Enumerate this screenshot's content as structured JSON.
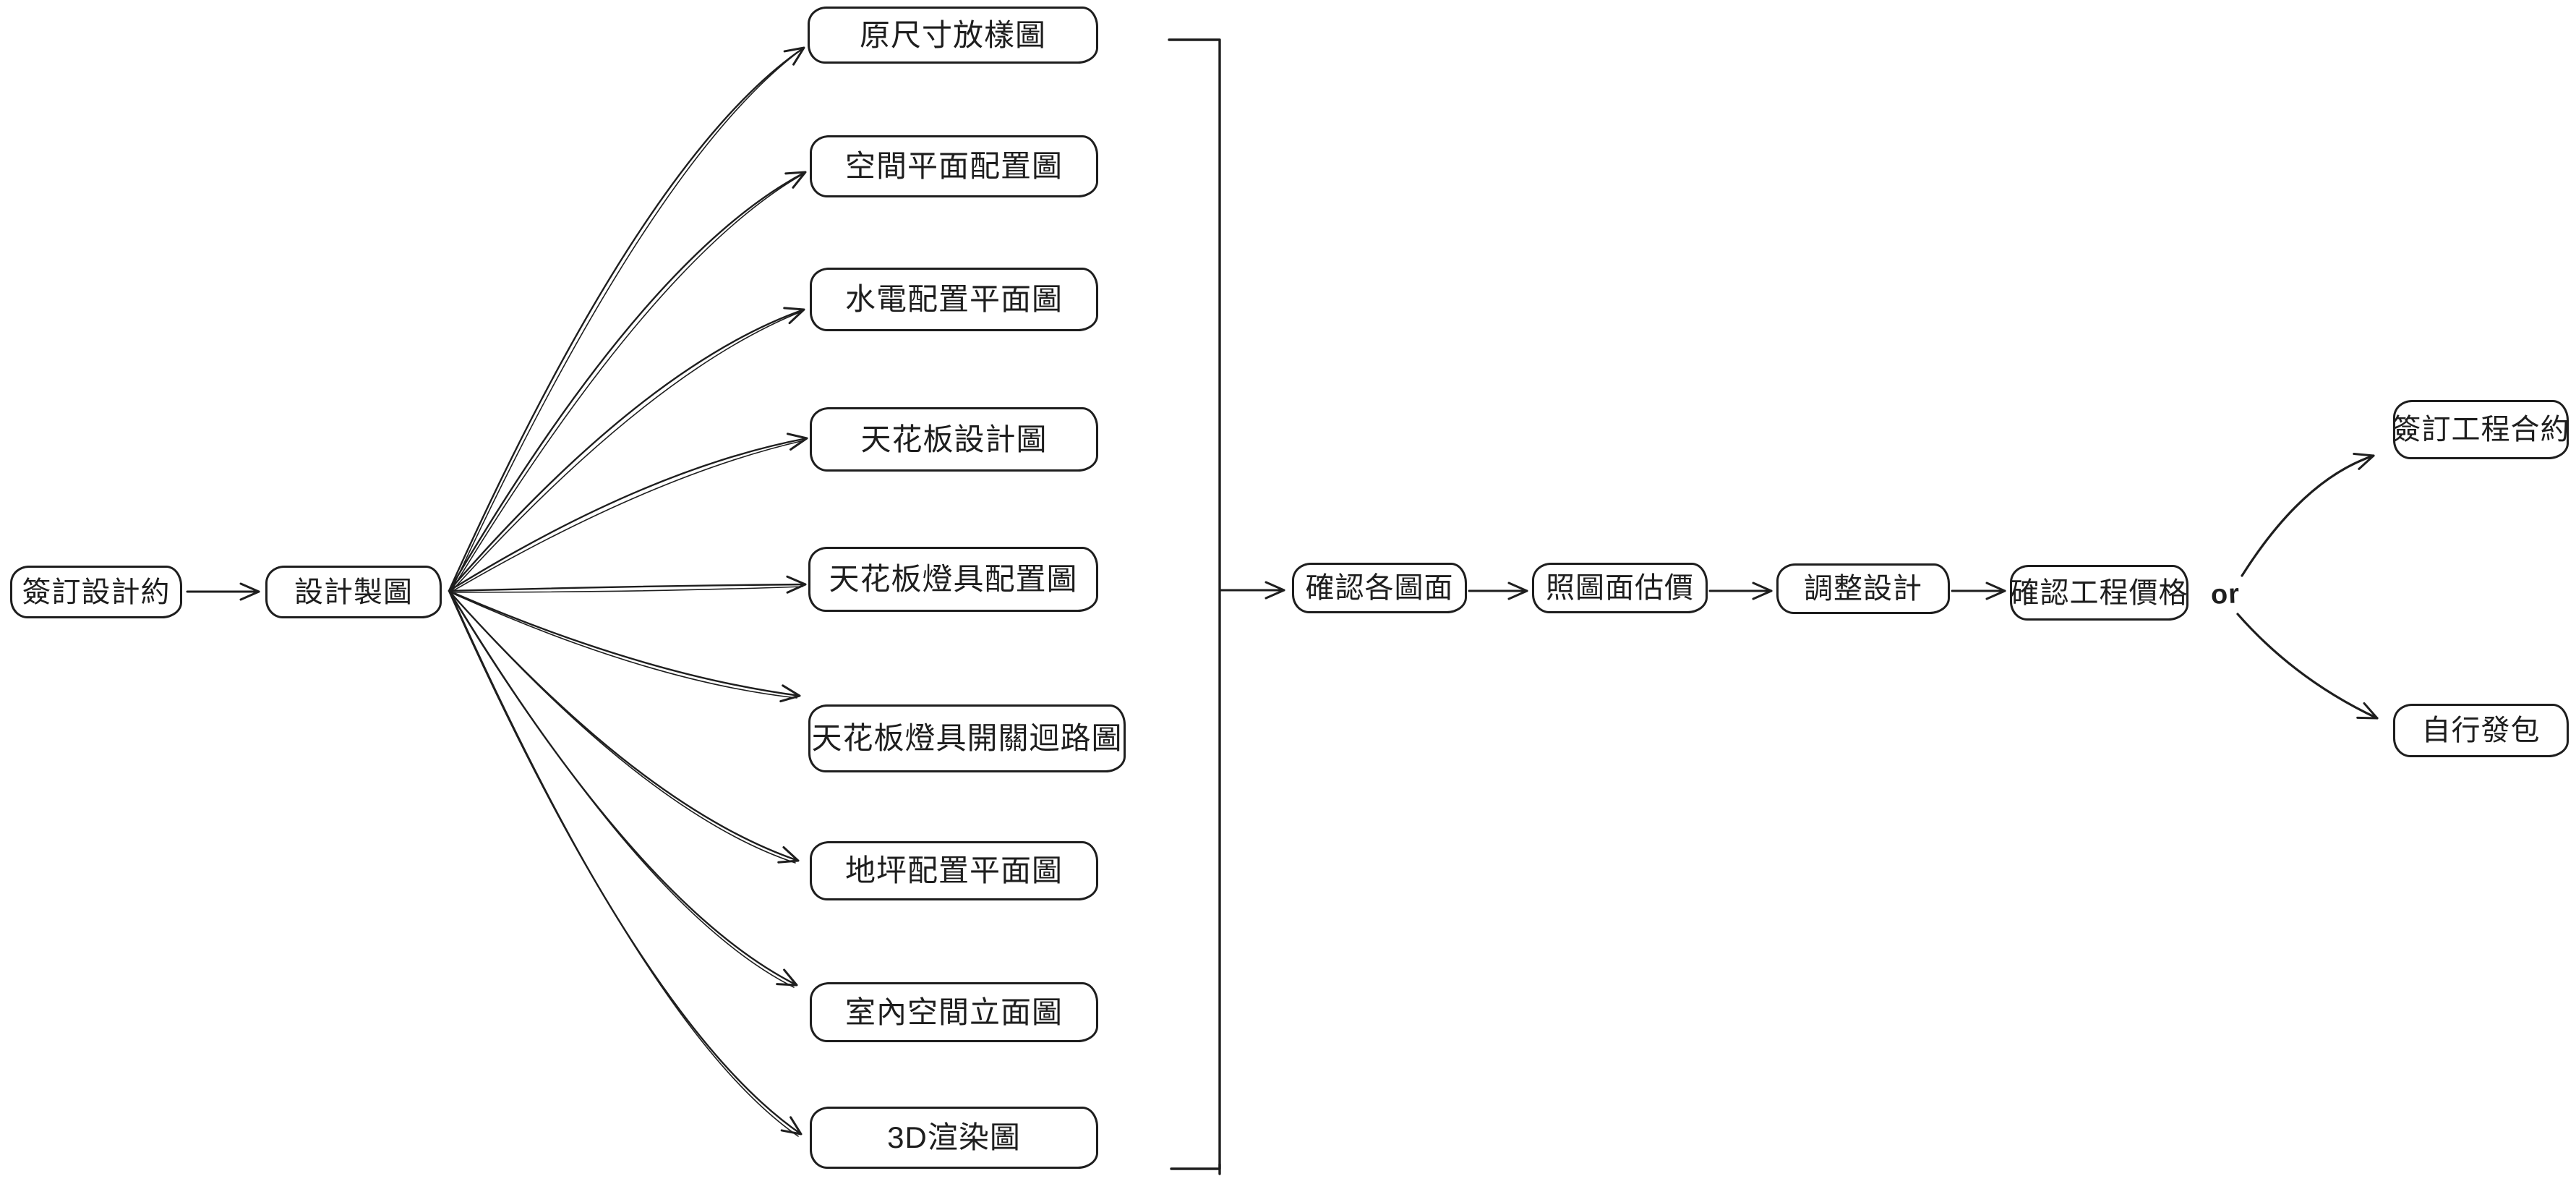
{
  "canvas": {
    "background": "#ffffff",
    "stroke_color": "#1e1e1e"
  },
  "flow": {
    "start": {
      "label": "簽訂設計約"
    },
    "hub": {
      "label": "設計製圖"
    },
    "drawings": [
      {
        "label": "原尺寸放樣圖"
      },
      {
        "label": "空間平面配置圖"
      },
      {
        "label": "水電配置平面圖"
      },
      {
        "label": "天花板設計圖"
      },
      {
        "label": "天花板燈具配置圖"
      },
      {
        "label": "天花板燈具開關迴路圖"
      },
      {
        "label": "地坪配置平面圖"
      },
      {
        "label": "室內空間立面圖"
      },
      {
        "label": "3D渲染圖"
      }
    ],
    "process": [
      {
        "label": "確認各圖面"
      },
      {
        "label": "照圖面估價"
      },
      {
        "label": "調整設計"
      },
      {
        "label": "確認工程價格"
      }
    ],
    "or_label": "or",
    "outcomes": [
      {
        "label": "簽訂工程合約"
      },
      {
        "label": "自行發包"
      }
    ]
  }
}
